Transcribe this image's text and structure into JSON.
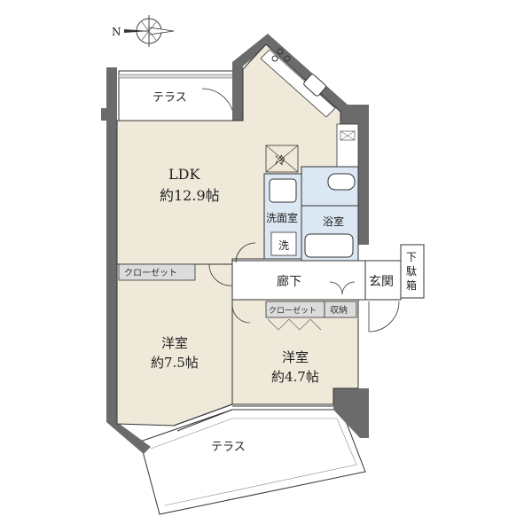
{
  "compass": {
    "north_label": "N"
  },
  "rooms": {
    "ldk": {
      "name": "LDK",
      "size": "約12.9帖"
    },
    "western1": {
      "name": "洋室",
      "size": "約7.5帖"
    },
    "western2": {
      "name": "洋室",
      "size": "約4.7帖"
    },
    "washroom": "洗面室",
    "washer": "洗",
    "bath": "浴室",
    "hall": "廊下",
    "entrance": "玄関",
    "shoe_box": [
      "下",
      "駄",
      "箱"
    ],
    "fridge": "冷"
  },
  "terraces": {
    "top": "テラス",
    "bottom": "テラス"
  },
  "storage": {
    "closet1": "クローゼット",
    "closet2": "クローゼット",
    "storage": "収納"
  },
  "colors": {
    "room_fill": "#efe9d9",
    "wet_fill": "#dbe7f2",
    "wall": "#6b6b6b",
    "line": "#333333"
  }
}
